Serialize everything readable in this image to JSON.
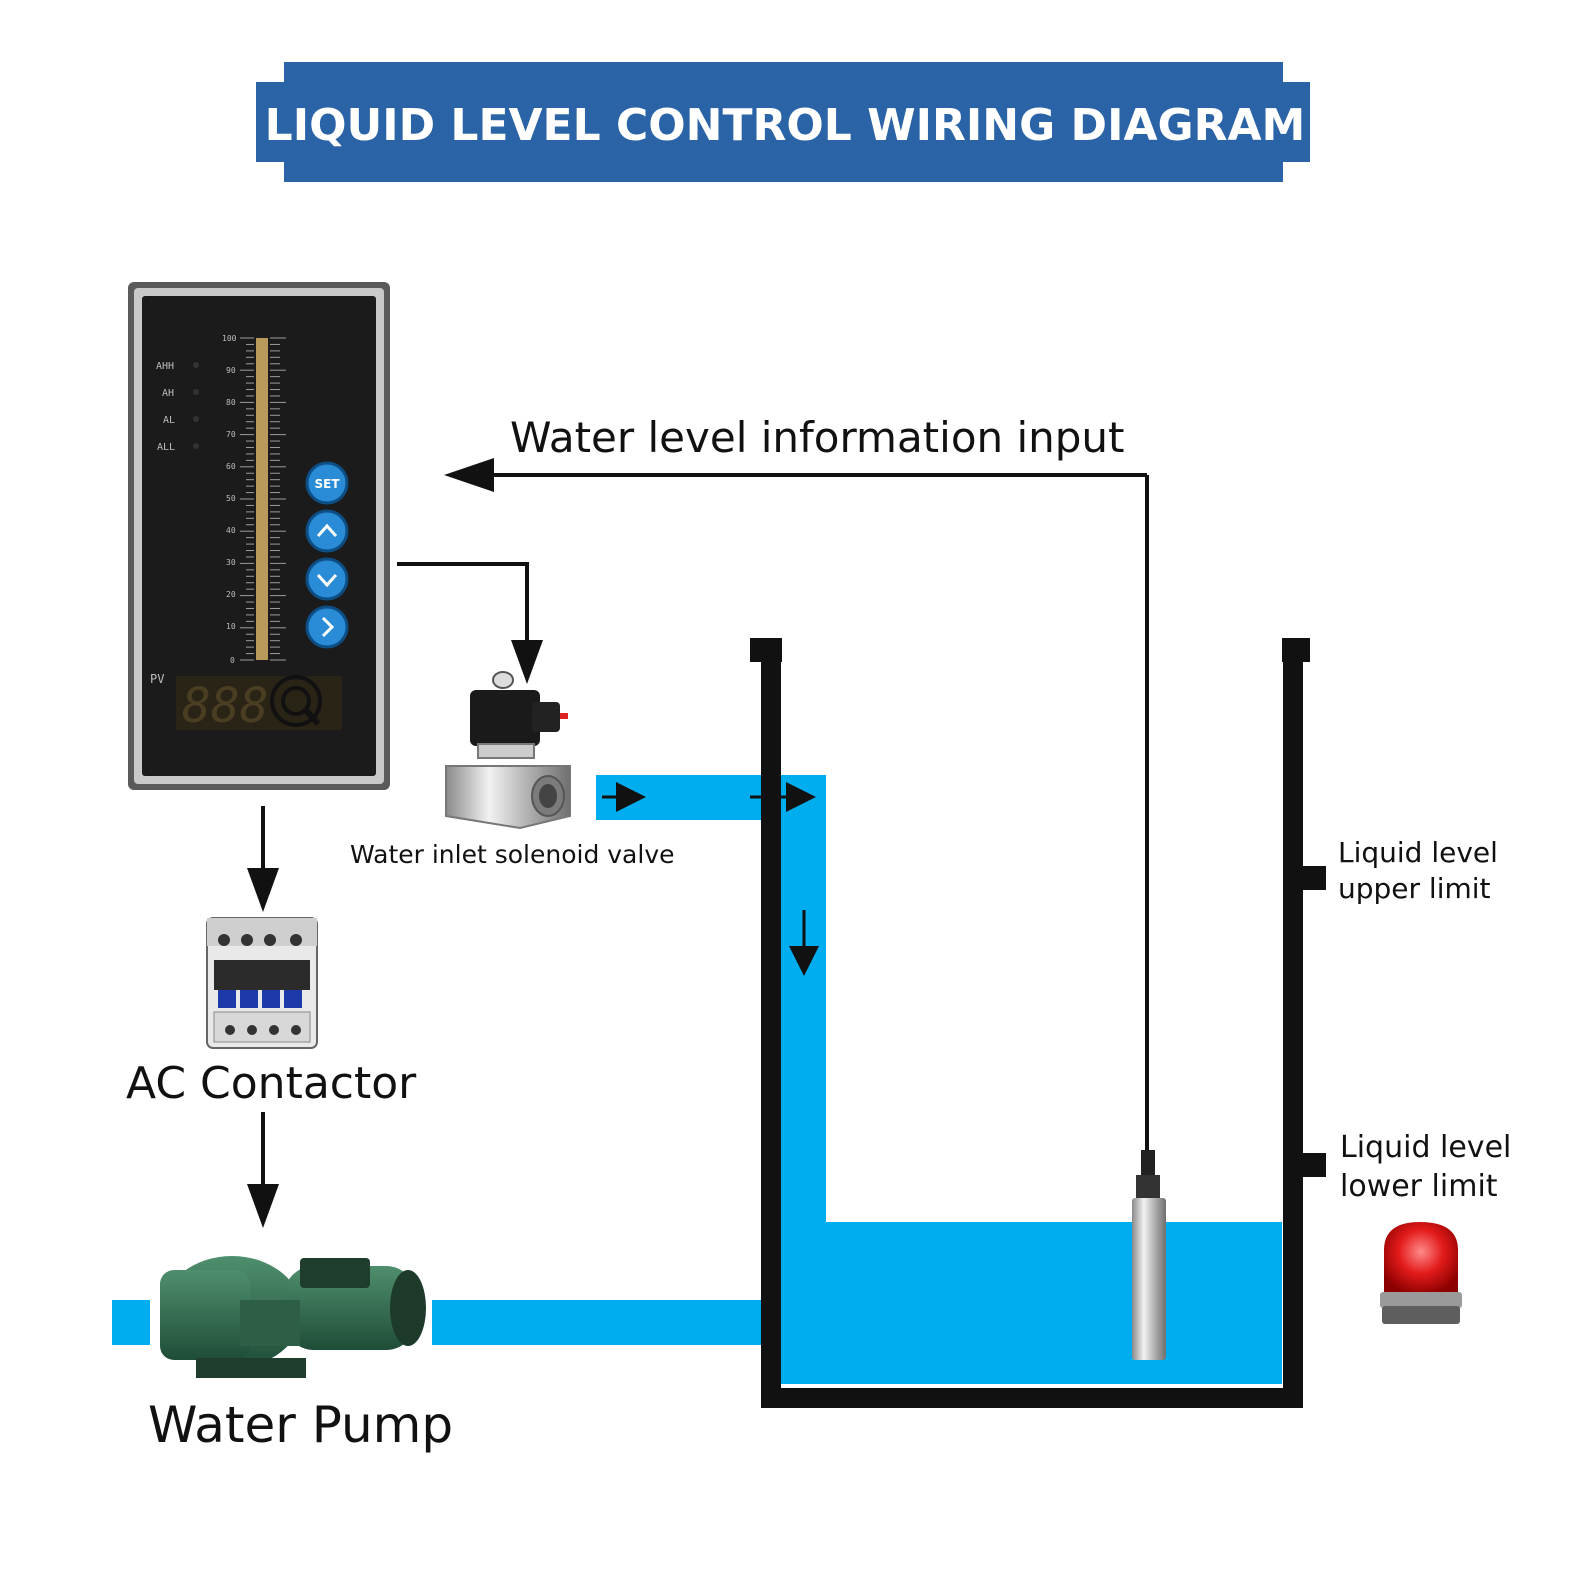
{
  "title": "LIQUID LEVEL CONTROL WIRING DIAGRAM",
  "labels": {
    "info_input": "Water level information input",
    "solenoid_valve": "Water inlet solenoid valve",
    "ac_contactor": "AC Contactor",
    "water_pump": "Water Pump",
    "upper_limit_line1": "Liquid level",
    "upper_limit_line2": "upper limit",
    "lower_limit_line1": "Liquid level",
    "lower_limit_line2": "lower limit"
  },
  "controller": {
    "indicators": [
      "AHH",
      "AH",
      "AL",
      "ALL"
    ],
    "scale": [
      "100",
      "90",
      "80",
      "70",
      "60",
      "50",
      "40",
      "30",
      "20",
      "10",
      "0"
    ],
    "pv_label": "PV",
    "display": "888",
    "set_label": "SET"
  },
  "colors": {
    "title_bg": "#2a63a6",
    "water": "#00aeef",
    "outline": "#111111",
    "controller_body": "#1b1b1b",
    "bar": "#b99a5a",
    "button": "#2a8bd6",
    "alarm": "#e31b1b"
  }
}
